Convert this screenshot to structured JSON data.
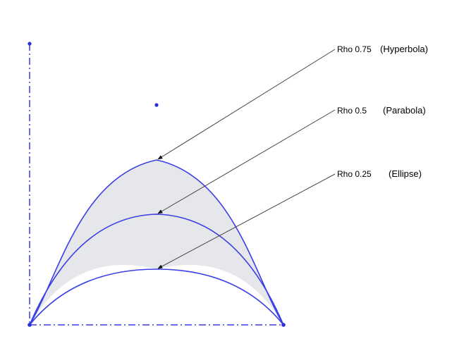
{
  "diagram": {
    "colors": {
      "curve": "#3a3fe6",
      "fill": "#e6e7ea",
      "construction": "#3a3fe6",
      "leader": "#444444",
      "text": "#000000"
    },
    "labels": [
      {
        "rho": "Rho 0.75",
        "type": "(Hyperbola)"
      },
      {
        "rho": "Rho 0.5",
        "type": "(Parabola)"
      },
      {
        "rho": "Rho 0.25",
        "type": "(Ellipse)"
      }
    ]
  }
}
